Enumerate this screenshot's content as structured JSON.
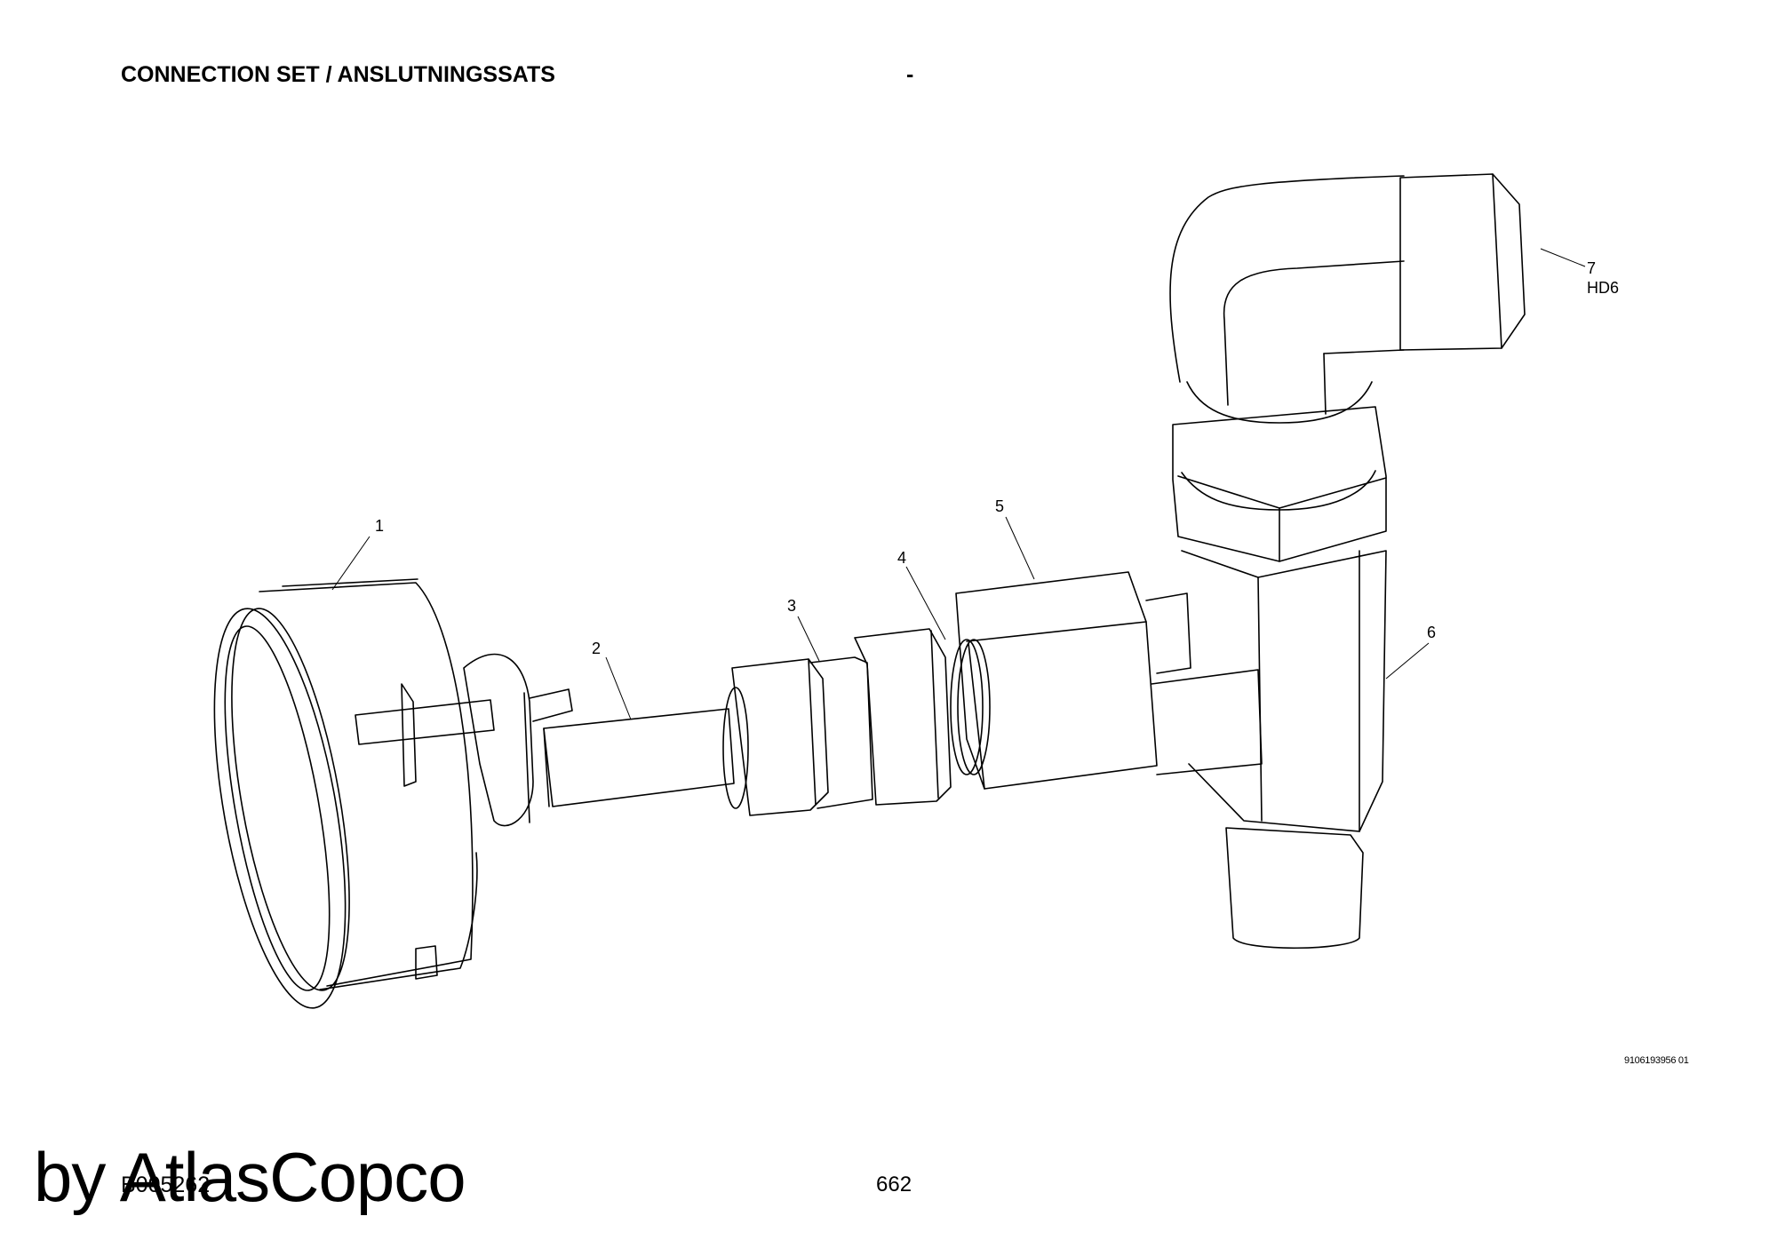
{
  "header": {
    "title": "CONNECTION SET / ANSLUTNINGSSATS",
    "dash": "-"
  },
  "footer": {
    "doc_number": "9106193956 01",
    "part_number": "B005262",
    "page_number": "662",
    "watermark": "by AtlasCopco"
  },
  "callouts": [
    {
      "label": "1"
    },
    {
      "label": "2"
    },
    {
      "label": "3"
    },
    {
      "label": "4"
    },
    {
      "label": "5"
    },
    {
      "label": "6"
    },
    {
      "label": "7",
      "sublabel": "HD6"
    }
  ]
}
